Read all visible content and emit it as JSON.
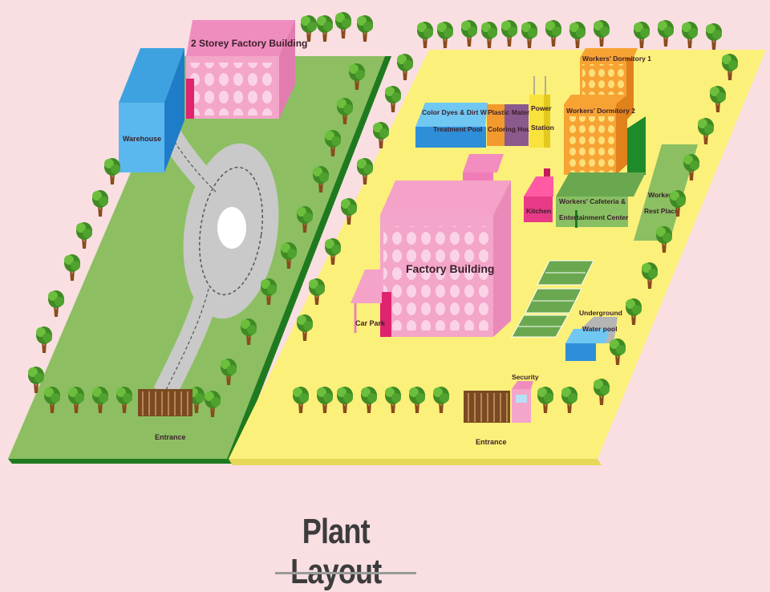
{
  "title": "Plant Layout",
  "labels": {
    "left_factory": "2 Storey Factory Building",
    "warehouse": "Warehouse",
    "left_entrance": "Entrance",
    "color_dyes_1": "Color Dyes & Dirt Water",
    "color_dyes_2": "Treatment Pool",
    "plastic_1": "Plastic Material",
    "plastic_2": "Coloring House",
    "power_1": "Power",
    "power_2": "Station",
    "dorm1": "Workers' Dormitory 1",
    "dorm2": "Workers' Dormitory 2",
    "kitchen": "Kitchen",
    "cafeteria_1": "Workers' Cafeteria &",
    "cafeteria_2": "Entertainment Center",
    "rest_1": "Workers'",
    "rest_2": "Rest Place",
    "factory": "Factory Building",
    "car_park": "Car Park",
    "water_1": "Underground",
    "water_2": "Water pool",
    "security": "Security",
    "right_entrance": "Entrance"
  },
  "colors": {
    "background": "#f9dfe1",
    "left_lot": "#8dbf62",
    "right_lot": "#fbf07a",
    "pink_building": "#f3a6c9",
    "warehouse": "#5ab8ee",
    "road": "#c9c9c9",
    "tree_foliage": "#4f9a2d",
    "trunk": "#8a4b1e"
  },
  "icons": [
    "tree-icon",
    "fence-icon"
  ]
}
